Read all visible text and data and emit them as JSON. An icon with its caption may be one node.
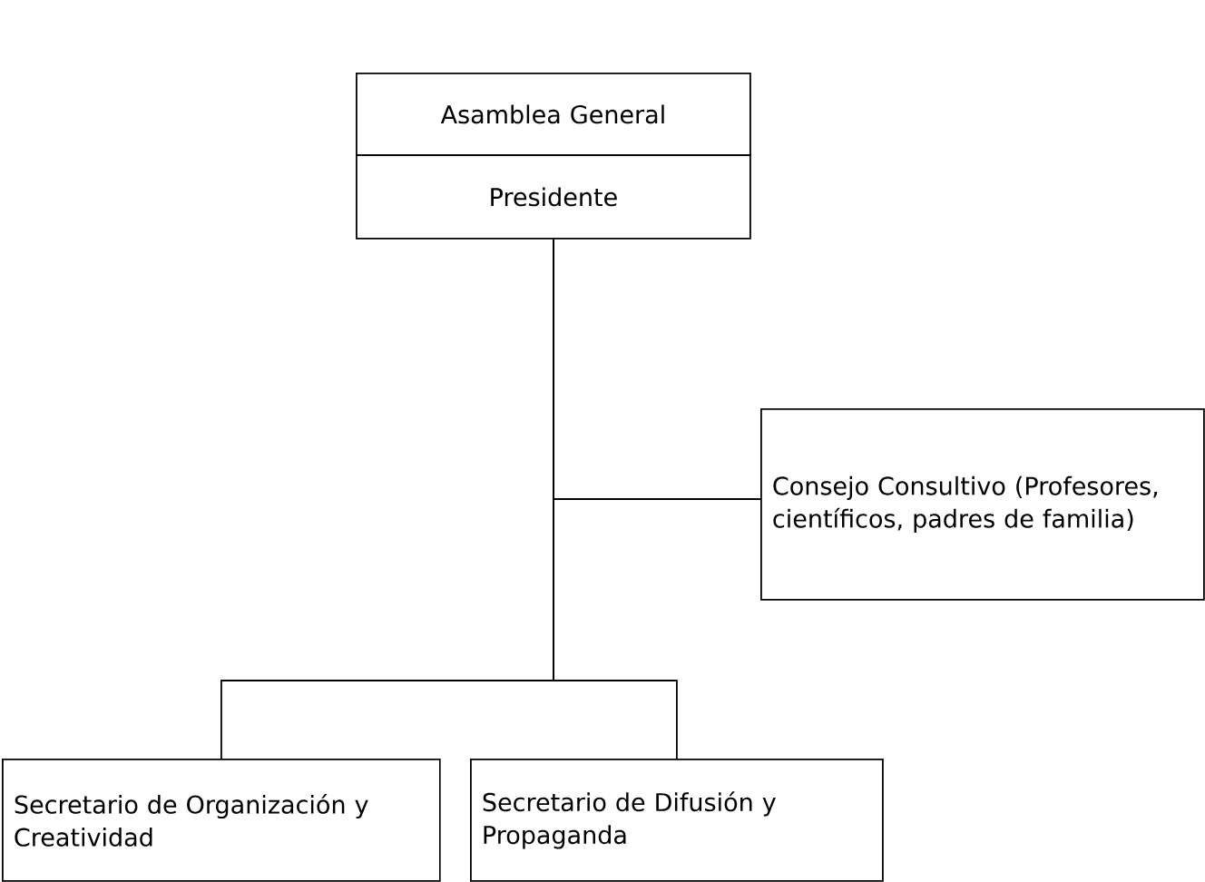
{
  "diagram": {
    "nodes": [
      {
        "text": [
          "Asamblea General"
        ]
      },
      {
        "text": [
          "Presidente"
        ]
      },
      {
        "text": [
          "Consejo Consultivo (Profesores, científicos, padres de familia)"
        ]
      },
      {
        "text": [
          "Secretario de Organización y Creatividad"
        ]
      },
      {
        "text": [
          "Secretario de Difusión y Propaganda"
        ]
      }
    ],
    "edges": [
      {
        "from": 1,
        "to": 2,
        "arrow": "none"
      },
      {
        "from": 1,
        "to": 3,
        "arrow": "none"
      },
      {
        "from": 1,
        "to": 4,
        "arrow": "none"
      }
    ]
  }
}
